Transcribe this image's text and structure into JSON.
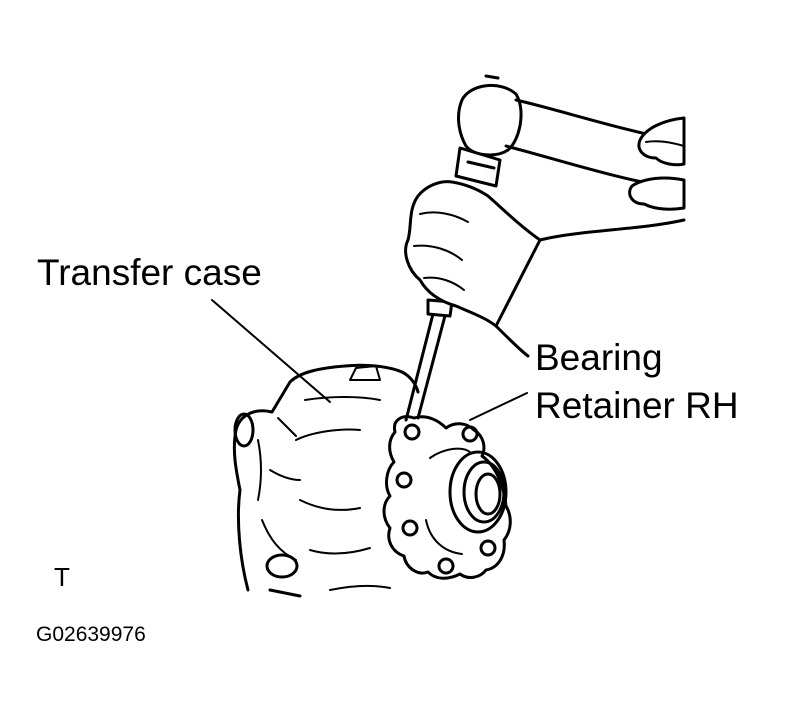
{
  "labels": {
    "transfer_case": "Transfer case",
    "bearing_line1": "Bearing",
    "bearing_line2": "Retainer RH",
    "view_mark": "T",
    "figure_code": "G02639976"
  },
  "colors": {
    "line": "#000000",
    "background": "#ffffff"
  }
}
